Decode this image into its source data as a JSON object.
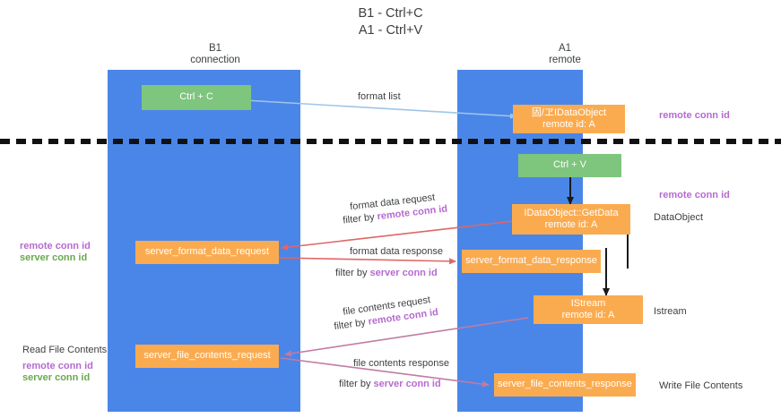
{
  "title": {
    "line1": "B1 - Ctrl+C",
    "line2": "A1 - Ctrl+V"
  },
  "columns": [
    {
      "name": "B1",
      "sub": "connection"
    },
    {
      "name": "A1",
      "sub": "remote"
    }
  ],
  "colors": {
    "lane": "#4a86e8",
    "green_box": "#7ec57e",
    "orange_box": "#fbab4f",
    "remote_conn_id": "#b66ad1",
    "server_conn_id": "#6aa84f",
    "arrow_blue": "#9fc5e8",
    "arrow_red": "#e06666",
    "arrow_magenta": "#c27ba0",
    "arrow_dark": "#1a1a1a",
    "divider": "#111111"
  },
  "boxes": {
    "ctrl_c": {
      "line1": "Ctrl + C",
      "line2": ""
    },
    "idataobject_top": {
      "line1": "固/ヱIDataObject",
      "line2": "remote id: A"
    },
    "ctrl_v": {
      "line1": "Ctrl + V",
      "line2": ""
    },
    "getdata": {
      "line1": "IDataObject::GetData",
      "line2": "remote id: A"
    },
    "server_format_data_request": {
      "line1": "server_format_data_request",
      "line2": ""
    },
    "server_format_data_response": {
      "line1": "server_format_data_response",
      "line2": ""
    },
    "istream": {
      "line1": "IStream",
      "line2": "remote id: A"
    },
    "server_file_contents_request": {
      "line1": "server_file_contents_request",
      "line2": ""
    },
    "server_file_contents_response": {
      "line1": "server_file_contents_response",
      "line2": ""
    }
  },
  "edge_labels": {
    "format_list": "format list",
    "format_data_request": "format data request",
    "format_data_request_filter_prefix": "filter by ",
    "format_data_request_filter_key": "remote conn id",
    "format_data_response": "format data response",
    "format_data_response_filter_prefix": "filter by ",
    "format_data_response_filter_key": "server conn id",
    "file_contents_request": "file contents request",
    "file_contents_request_filter_prefix": "filter by ",
    "file_contents_request_filter_key": "remote conn id",
    "file_contents_response": "file contents response",
    "file_contents_response_filter_prefix": "filter by ",
    "file_contents_response_filter_key": "server conn id"
  },
  "annotations": {
    "right_remote_conn_id_top": "remote conn id",
    "right_remote_conn_id_mid": "remote conn id",
    "right_dataobject": "DataObject",
    "right_istream": "Istream",
    "right_write_file_contents": "Write File Contents",
    "left_remote_conn_id_mid": "remote conn id",
    "left_server_conn_id_mid": "server conn id",
    "left_read_file_contents": "Read File Contents",
    "left_remote_conn_id_bottom": "remote conn id",
    "left_server_conn_id_bottom": "server conn id"
  }
}
